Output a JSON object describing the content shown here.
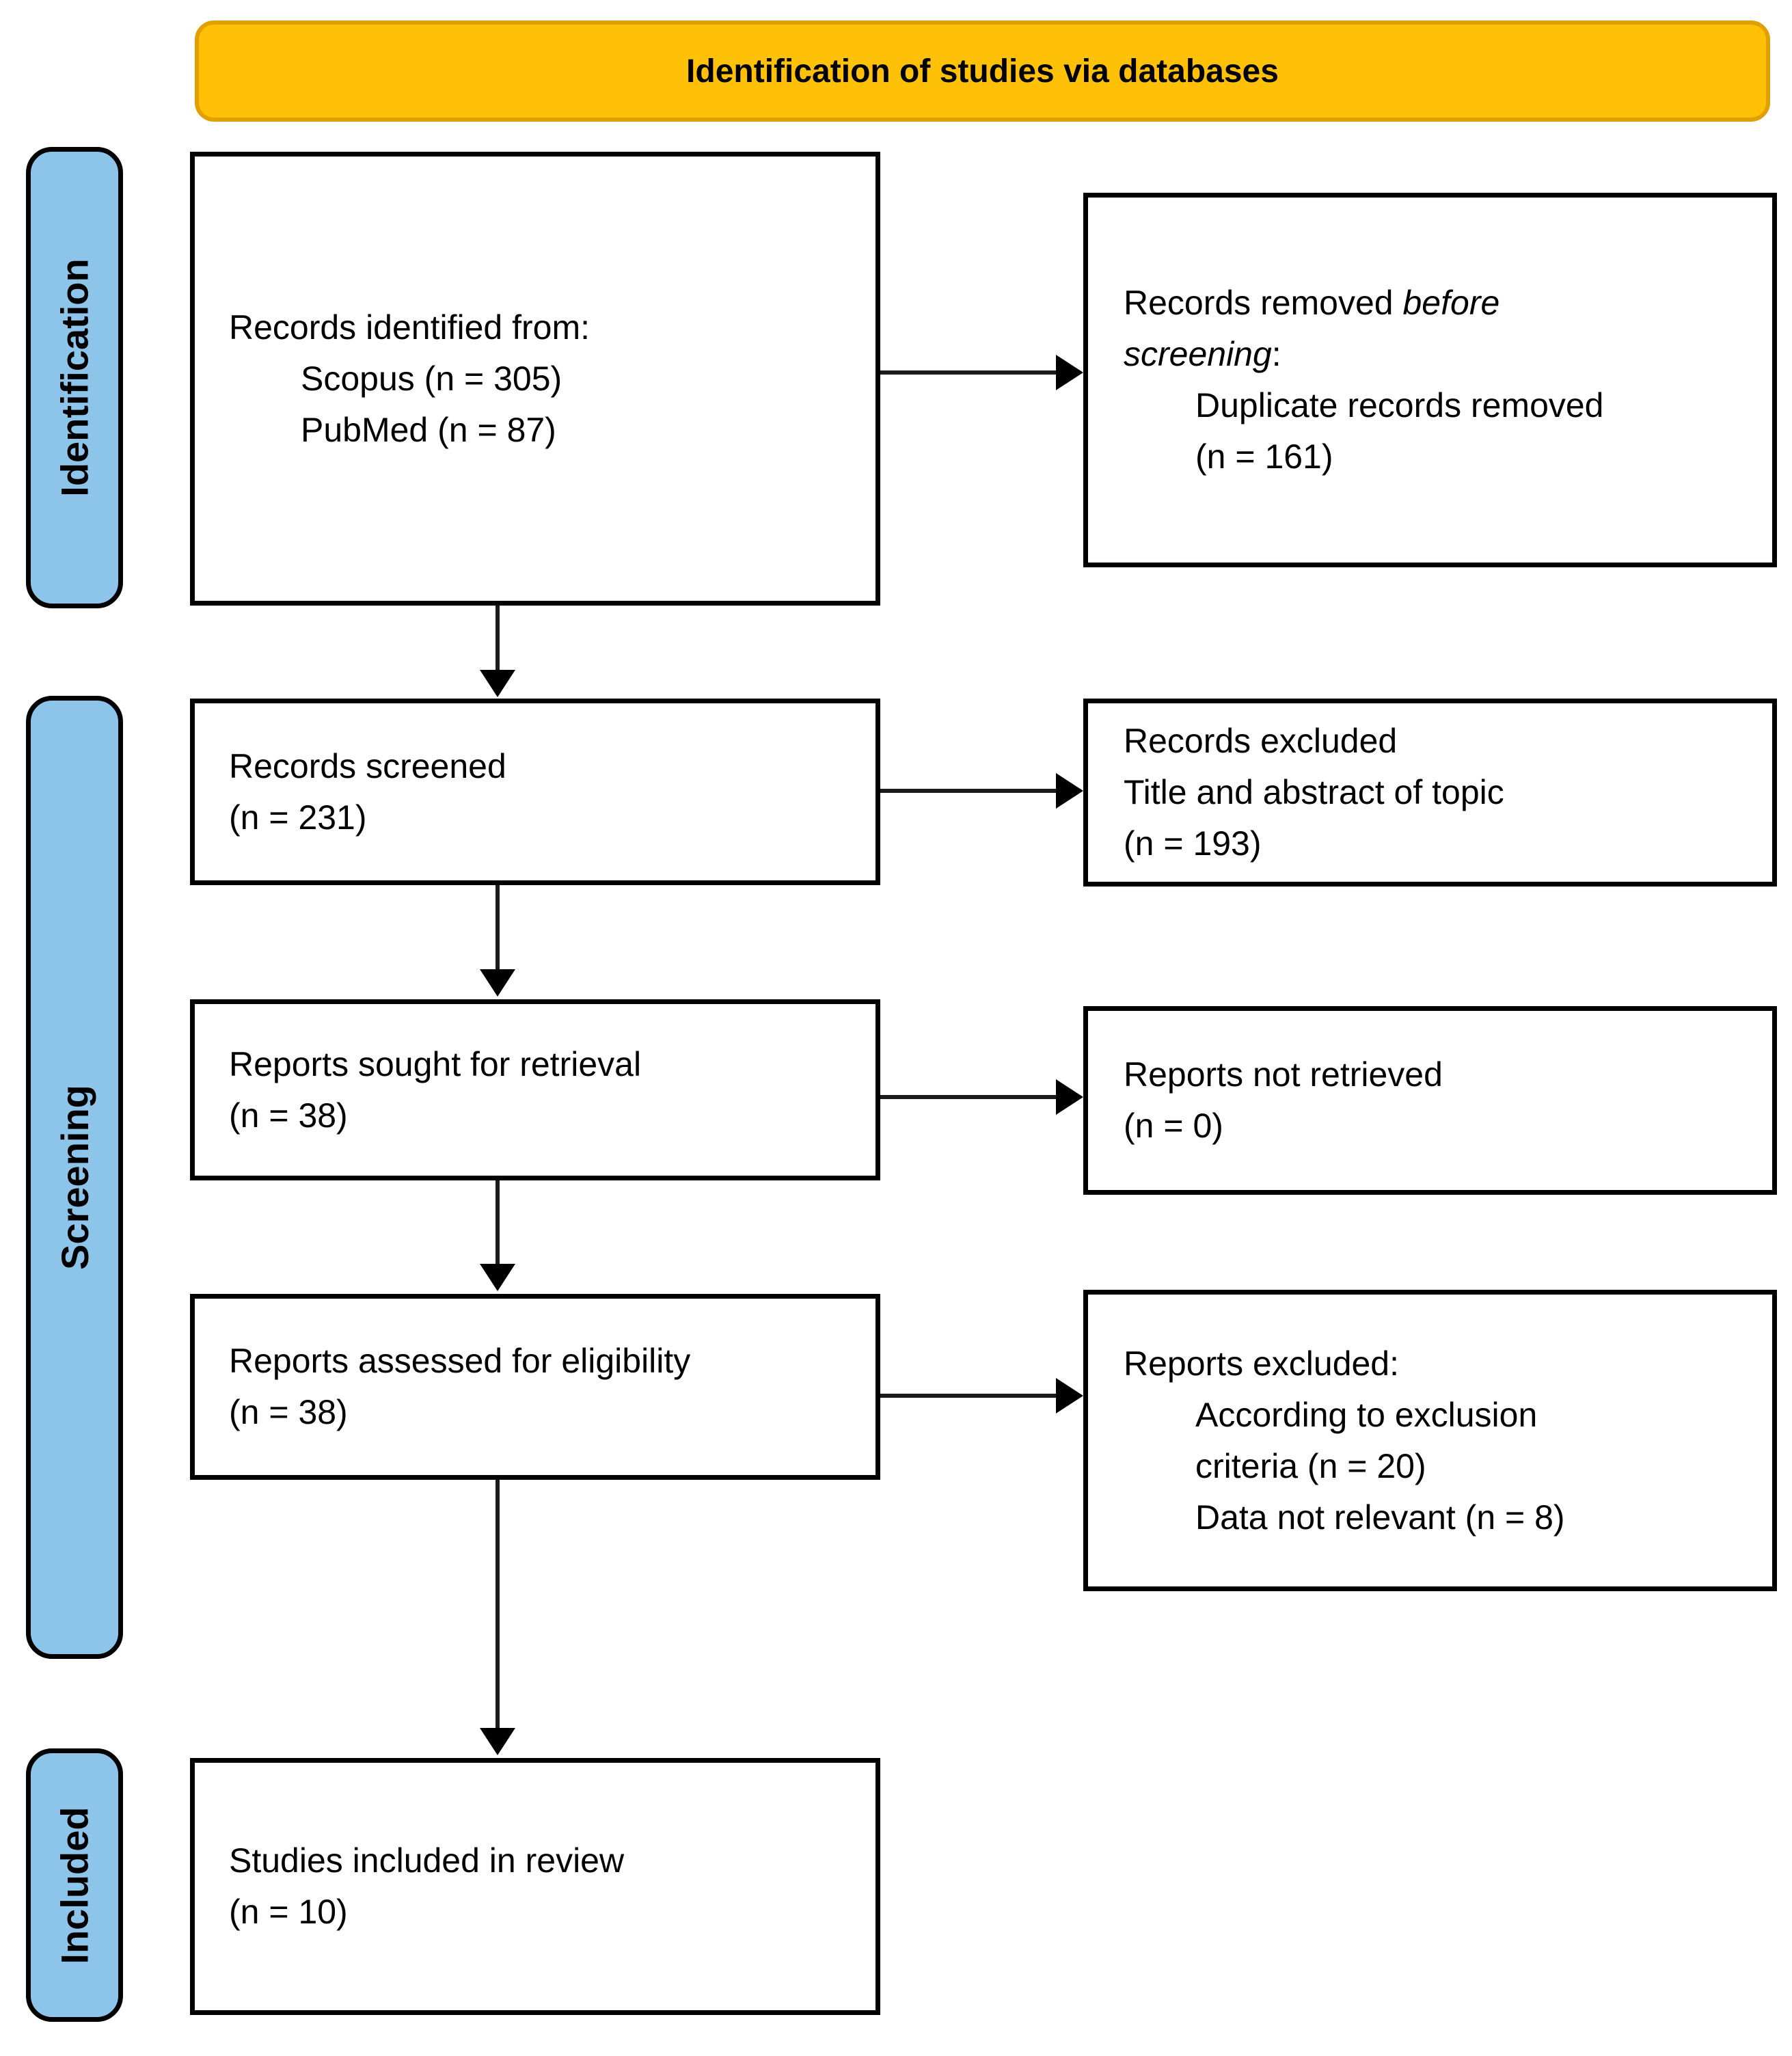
{
  "banner": {
    "title": "Identification of studies via databases"
  },
  "sidebar": {
    "identification": "Identification",
    "screening": "Screening",
    "included": "Included"
  },
  "flow": {
    "identified": {
      "line1": "Records identified from:",
      "line2": "Scopus (n = 305)",
      "line3": "PubMed (n = 87)"
    },
    "removed": {
      "line1_normal": "Records removed ",
      "line1_italic": "before",
      "line2_italic": "screening",
      "line2_colon": ":",
      "line3": "Duplicate records removed",
      "line4": "(n = 161)"
    },
    "screened": {
      "line1": "Records screened",
      "line2": "(n = 231)"
    },
    "excluded_title_abstract": {
      "line1": "Records excluded",
      "line2": "Title and abstract of topic",
      "line3": "(n = 193)"
    },
    "sought": {
      "line1": "Reports sought for retrieval",
      "line2": "(n = 38)"
    },
    "not_retrieved": {
      "line1": "Reports not retrieved",
      "line2": "(n = 0)"
    },
    "assessed": {
      "line1": "Reports assessed for eligibility",
      "line2": "(n = 38)"
    },
    "reports_excluded": {
      "line1": "Reports excluded:",
      "line2": "According to exclusion",
      "line3": "criteria (n = 20)",
      "line4": "Data not relevant (n = 8)"
    },
    "included_studies": {
      "line1": "Studies included in review",
      "line2": "(n = 10)"
    }
  },
  "colors": {
    "banner_fill": "#FFC107",
    "banner_border": "#DFA000",
    "sidebar_fill": "#8DC4E9",
    "line": "#1c1c1c"
  }
}
